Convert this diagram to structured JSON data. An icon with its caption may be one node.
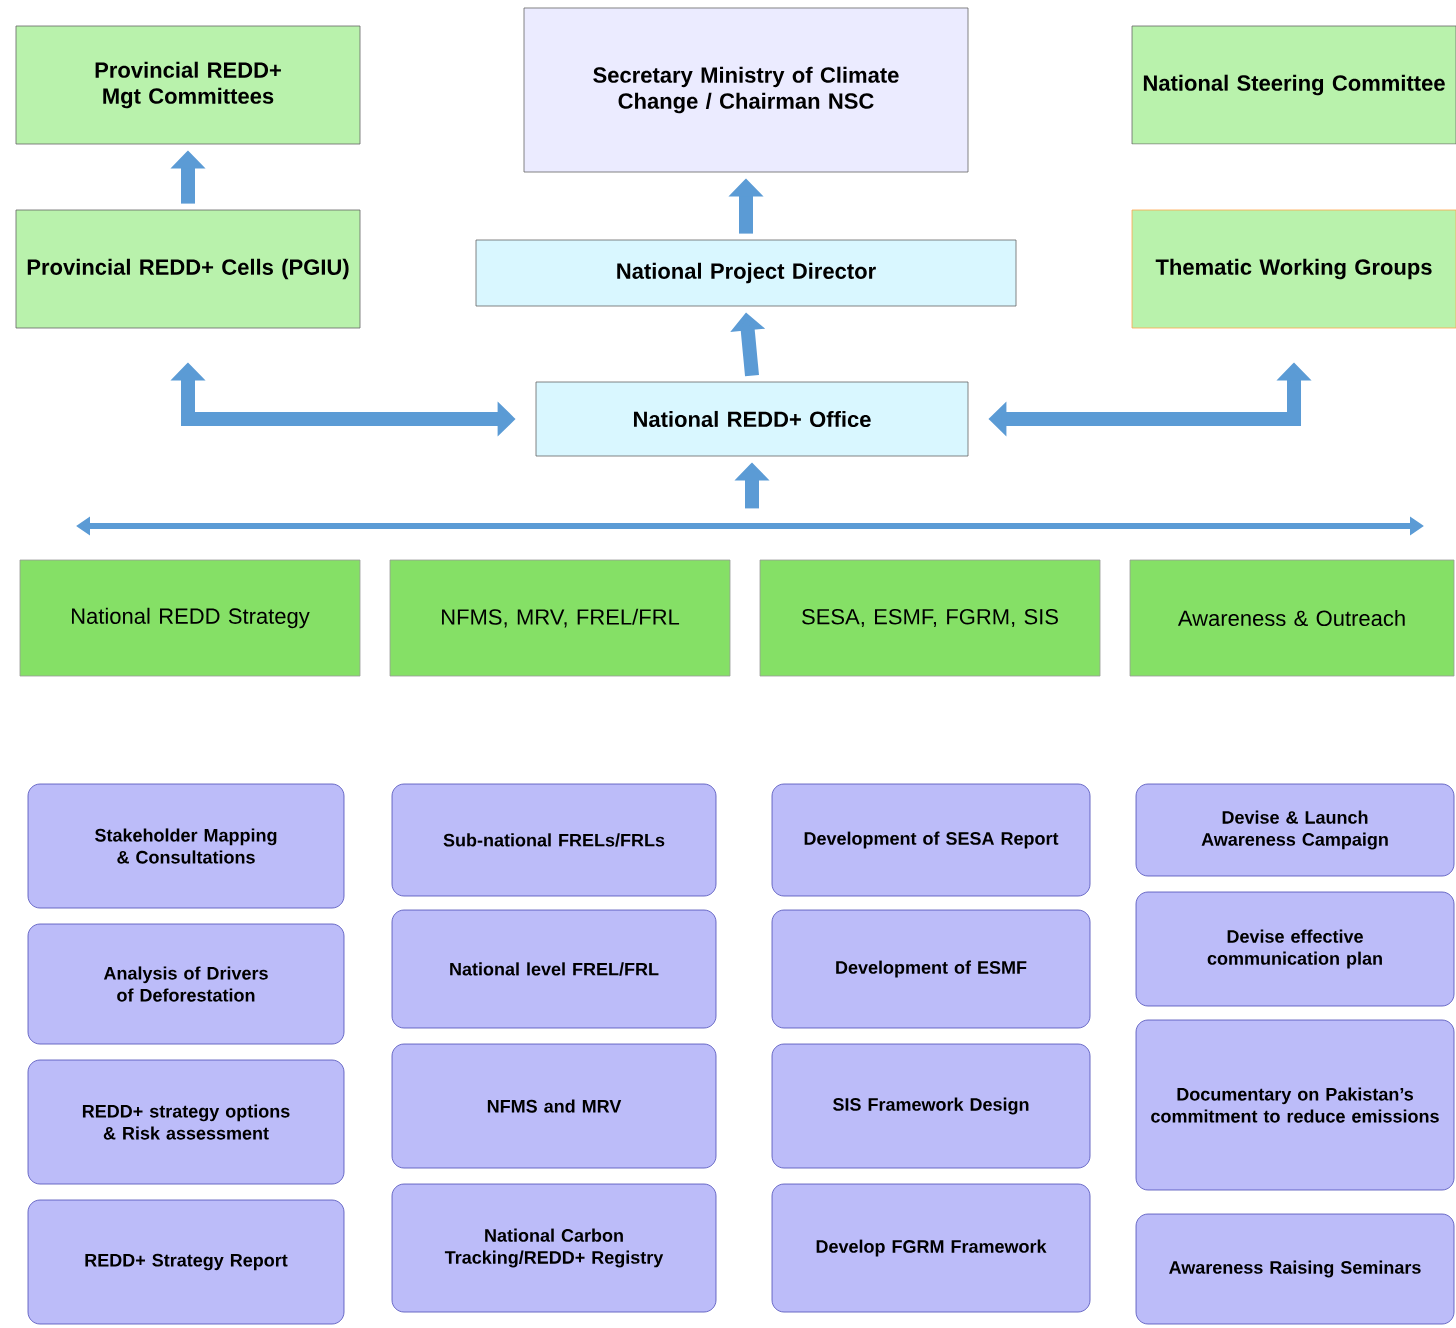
{
  "diagram": {
    "nodes": [
      {
        "text": [
          "Provincial REDD+ Mgt Committees"
        ]
      },
      {
        "text": [
          "Secretary Ministry of Climate Change / Chairman NSC"
        ]
      },
      {
        "text": [
          "National Steering Committee"
        ]
      },
      {
        "text": [
          "Provincial REDD+ Cells (PGIU)"
        ]
      },
      {
        "text": [
          "National Project Director"
        ]
      },
      {
        "text": [
          "Thematic Working Groups"
        ]
      },
      {
        "text": [
          "National REDD+ Office"
        ]
      },
      {
        "text": [
          "National REDD Strategy"
        ]
      },
      {
        "text": [
          "NFMS, MRV, FREL/FRL"
        ]
      },
      {
        "text": [
          "SESA, ESMF, FGRM, SIS"
        ]
      },
      {
        "text": [
          "Awareness & Outreach"
        ]
      },
      {
        "text": [
          "Stakeholder Mapping & Consultations"
        ]
      },
      {
        "text": [
          "Analysis of Drivers of Deforestation"
        ]
      },
      {
        "text": [
          "REDD+ strategy options & Risk assessment"
        ]
      },
      {
        "text": [
          "REDD+ Strategy Report"
        ]
      },
      {
        "text": [
          "Sub-national FRELs/FRLs"
        ]
      },
      {
        "text": [
          "National level FREL/FRL"
        ]
      },
      {
        "text": [
          "NFMS and MRV"
        ]
      },
      {
        "text": [
          "National Carbon Tracking/REDD+ Registry"
        ]
      },
      {
        "text": [
          "Development of SESA Report"
        ]
      },
      {
        "text": [
          "Development of ESMF"
        ]
      },
      {
        "text": [
          "SIS Framework Design"
        ]
      },
      {
        "text": [
          "Develop FGRM Framework"
        ]
      },
      {
        "text": [
          "Devise & Launch Awareness Campaign"
        ]
      },
      {
        "text": [
          "Devise effective communication plan"
        ]
      },
      {
        "text": [
          "Documentary on Pakistan’s commitment to reduce emissions"
        ]
      },
      {
        "text": [
          "Awareness Raising Seminars"
        ]
      }
    ],
    "edges": [
      {
        "from": 3,
        "to": 0,
        "arrow": "to"
      },
      {
        "from": 4,
        "to": 1,
        "arrow": "to"
      },
      {
        "from": 6,
        "to": 4,
        "arrow": "to"
      },
      {
        "from": 6,
        "to": 3,
        "arrow": "both"
      },
      {
        "from": 6,
        "to": 5,
        "arrow": "both"
      },
      {
        "from": null,
        "to": 6,
        "arrow": "to"
      }
    ]
  }
}
